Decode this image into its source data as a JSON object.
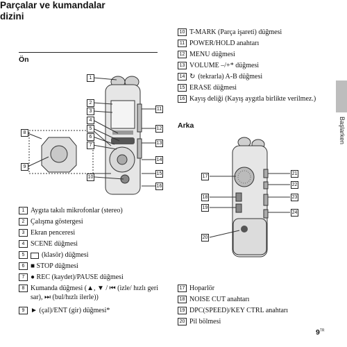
{
  "heading": {
    "line1": "Parçalar ve kumandalar",
    "line2": "dizini"
  },
  "front_title": "Ön",
  "back_title": "Arka",
  "left_items": [
    {
      "n": "1",
      "text": "Aygıta takılı mikrofonlar (stereo)"
    },
    {
      "n": "2",
      "text": "Çalışma göstergesi"
    },
    {
      "n": "3",
      "text": "Ekran penceresi"
    },
    {
      "n": "4",
      "text": "SCENE düğmesi"
    },
    {
      "n": "5",
      "text": "(klasör) düğmesi"
    },
    {
      "n": "6",
      "text": "■ STOP düğmesi"
    },
    {
      "n": "7",
      "text": "● REC (kaydet)/PAUSE düğmesi"
    },
    {
      "n": "8",
      "text": "Kumanda düğmesi (▲, ▼ / ⏮ (izle/ hızlı geri sar), ⏭ (bul/hızlı ilerle))"
    },
    {
      "n": "9",
      "text": "► (çal)/ENT (gir) düğmesi*"
    }
  ],
  "right_items": [
    {
      "n": "10",
      "text": "T-MARK (Parça işareti) düğmesi"
    },
    {
      "n": "11",
      "text": "POWER/HOLD anahtarı"
    },
    {
      "n": "12",
      "text": "MENU düğmesi"
    },
    {
      "n": "13",
      "text": "VOLUME –/+* düğmesi"
    },
    {
      "n": "14",
      "text": "(tekrarla) A-B düğmesi"
    },
    {
      "n": "15",
      "text": "ERASE düğmesi"
    },
    {
      "n": "16",
      "text": "Kayış deliği (Kayış aygıtla birlikte verilmez.)"
    }
  ],
  "back_items": [
    {
      "n": "17",
      "text": "Hoparlör"
    },
    {
      "n": "18",
      "text": "NOISE CUT anahtarı"
    },
    {
      "n": "19",
      "text": "DPC(SPEED)/KEY CTRL anahtarı"
    },
    {
      "n": "20",
      "text": "Pil bölmesi"
    }
  ],
  "side_tab": "Başlarken",
  "page_number": "9",
  "page_suffix": "TR",
  "front_callouts": [
    "1",
    "2",
    "3",
    "4",
    "5",
    "6",
    "7",
    "8",
    "9",
    "10",
    "11",
    "12",
    "13",
    "14",
    "15",
    "16"
  ],
  "back_callouts": [
    "17",
    "18",
    "19",
    "20",
    "21",
    "22",
    "23",
    "24"
  ]
}
